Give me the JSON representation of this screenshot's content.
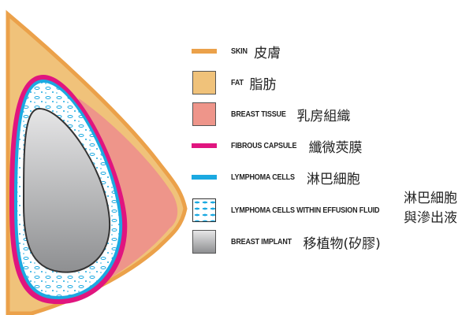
{
  "colors": {
    "skin": "#EBA14A",
    "fat": "#F0C27A",
    "tissue": "#EE958A",
    "capsule": "#E0157F",
    "lymphoma": "#1BA9E1",
    "implant": "#B5B6B8"
  },
  "legend": [
    {
      "en": "SKIN",
      "zh": "皮膚",
      "swatch": "line",
      "color": "#EBA14A"
    },
    {
      "en": "FAT",
      "zh": "脂肪",
      "swatch": "box",
      "color": "#F0C27A"
    },
    {
      "en": "BREAST TISSUE",
      "zh": "乳房組織",
      "swatch": "box",
      "color": "#EE958A"
    },
    {
      "en": "FIBROUS CAPSULE",
      "zh": "纖微莢膜",
      "swatch": "line",
      "color": "#E0157F"
    },
    {
      "en": "LYMPHOMA CELLS",
      "zh": "淋巴細胞",
      "swatch": "line",
      "color": "#1BA9E1"
    },
    {
      "en": "LYMPHOMA CELLS WITHIN EFFUSION FLUID",
      "zh_line1": "淋巴細胞",
      "zh_line2": "與滲出液",
      "swatch": "effusion"
    },
    {
      "en": "BREAST IMPLANT",
      "zh": "移植物(矽膠)",
      "swatch": "box",
      "color": "#B5B6B8"
    }
  ]
}
